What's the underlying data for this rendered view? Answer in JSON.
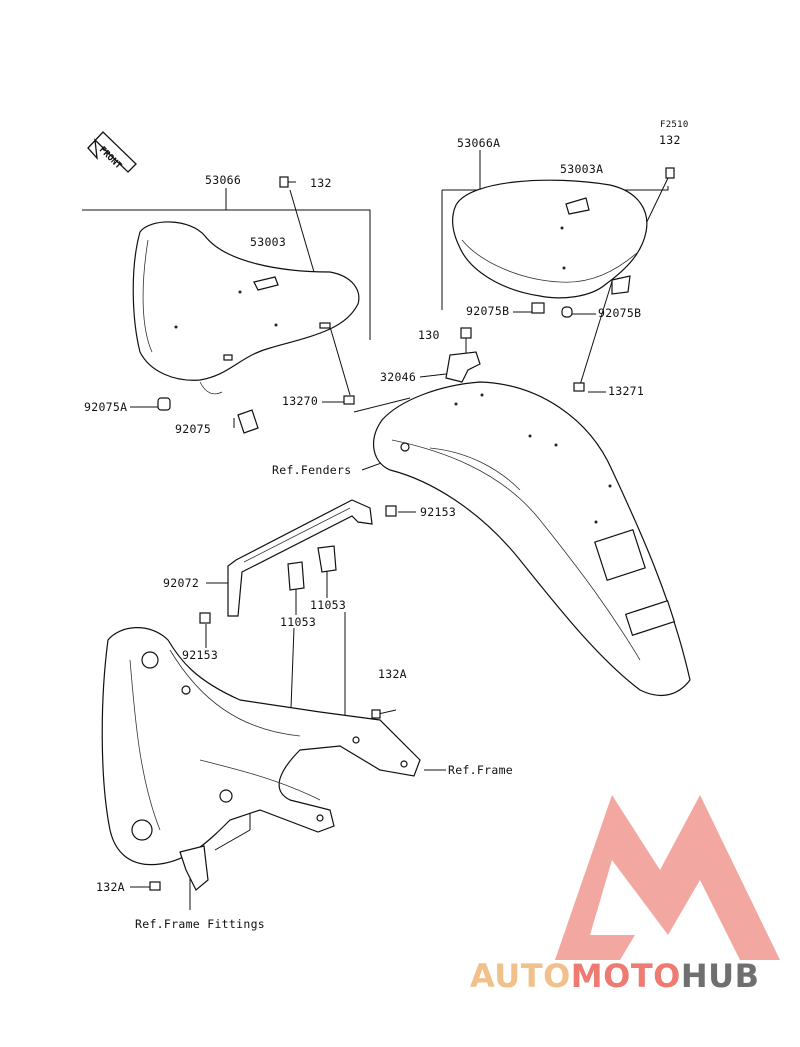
{
  "front_marker": "FRONT",
  "figure_code": "F2510",
  "labels": {
    "p53066": "53066",
    "p132_left": "132",
    "p53003": "53003",
    "p53066A": "53066A",
    "p132_right": "132",
    "p53003A": "53003A",
    "p92075B_left": "92075B",
    "p92075B_right": "92075B",
    "p130": "130",
    "p32046": "32046",
    "p13271": "13271",
    "p13270": "13270",
    "p92075A": "92075A",
    "p92075": "92075",
    "ref_fenders": "Ref.Fenders",
    "p92153_right": "92153",
    "p92072": "92072",
    "p11053_right": "11053",
    "p11053_left": "11053",
    "p92153_left": "92153",
    "p132A_top": "132A",
    "ref_frame": "Ref.Frame",
    "p132A_bottom": "132A",
    "ref_frame_fittings": "Ref.Frame Fittings"
  },
  "watermark": {
    "part1": "AUTO",
    "part2": "MOTO",
    "part3": "HUB",
    "colors": {
      "auto": "#f2c08a",
      "moto": "#ee7b72",
      "hub": "#6f6f6f",
      "logo": "#ee7b72"
    }
  }
}
